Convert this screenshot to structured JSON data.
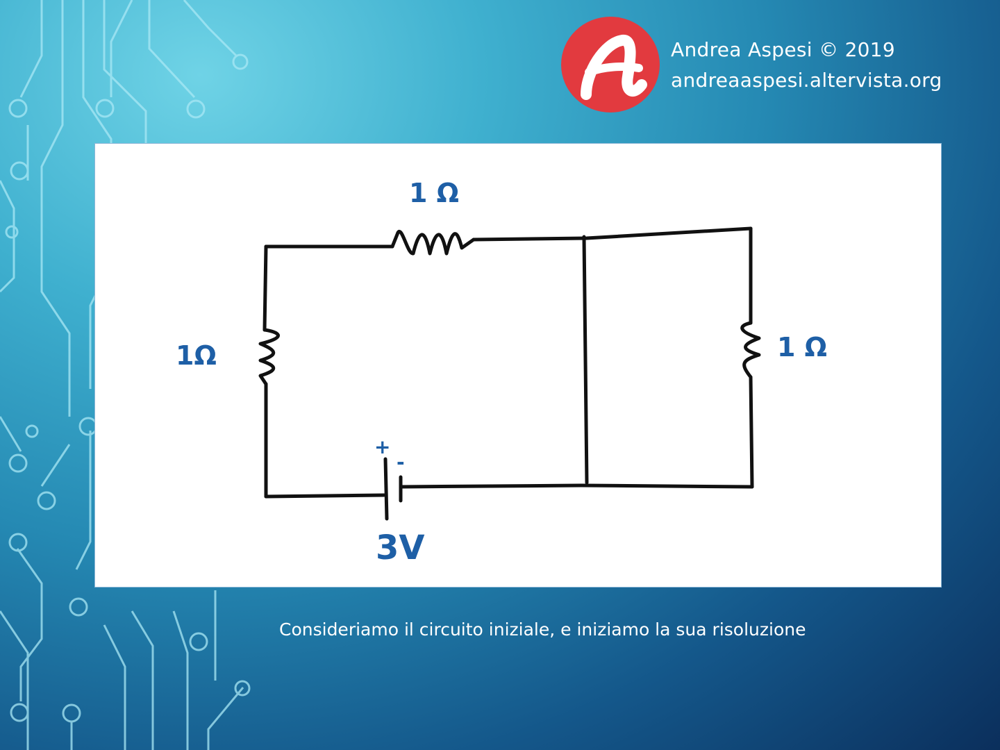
{
  "header": {
    "author_line": "Andrea Aspesi © 2019",
    "website": "andreaaspesi.altervista.org"
  },
  "logo": {
    "icon": "script-a-logo-icon",
    "color": "#e23a3f"
  },
  "diagram": {
    "labels": {
      "top_resistor": "1 Ω",
      "left_resistor": "1Ω",
      "right_resistor": "1 Ω",
      "battery_voltage": "3V",
      "battery_plus": "+",
      "battery_minus": "-"
    },
    "ink_color": "#111111",
    "label_color": "#1e5fa6"
  },
  "caption": "Consideriamo il circuito iniziale, e iniziamo la sua risoluzione"
}
